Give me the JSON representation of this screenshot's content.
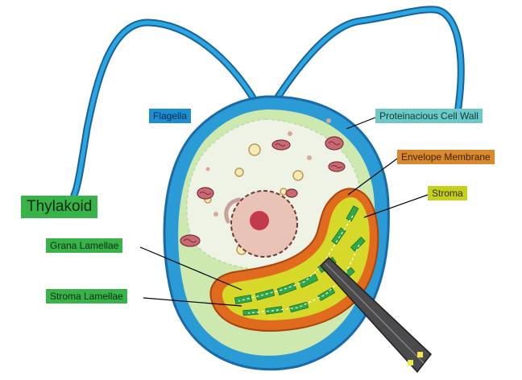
{
  "labels": {
    "flagella": "Flagella",
    "cell_wall": "Proteinacious Cell Wall",
    "envelope_membrane": "Envelope Membrane",
    "stroma": "Stroma",
    "thylakoid": "Thylakoid",
    "grana_lamellae": "Grana Lamellae",
    "stroma_lamellae": "Stroma Lamellae"
  },
  "colors": {
    "cell_wall": "#1c8fd1",
    "cytoplasm": "#cde9b0",
    "chloroplast_envelope": "#e06a1e",
    "stroma": "#d7d92a",
    "thylakoid": "#2fa84a",
    "nucleus": "#e9c3b6",
    "nucleolus": "#c43a4a",
    "mitochondria": "#c96a73"
  }
}
